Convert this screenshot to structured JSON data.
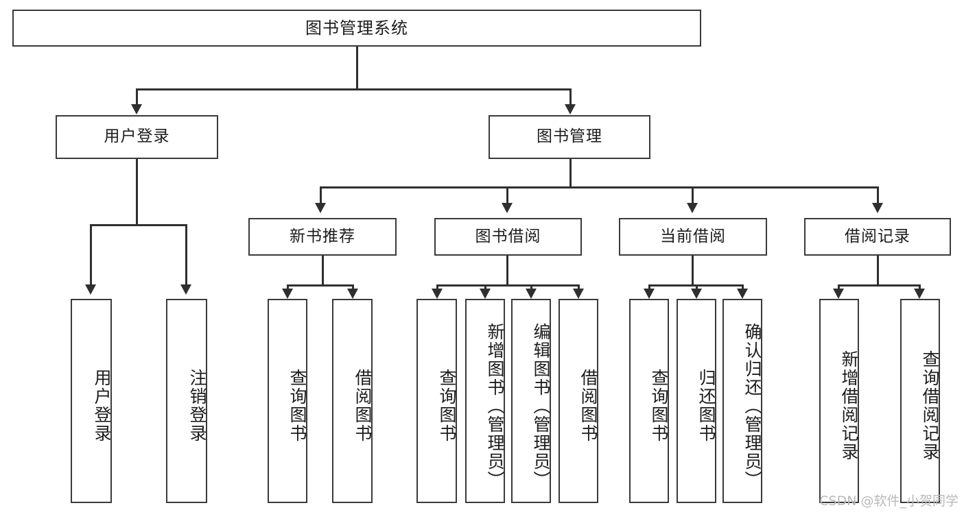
{
  "diagram": {
    "type": "tree",
    "title": "图书管理系统",
    "watermark": "CSDN @软件_小贺同学",
    "colors": {
      "box_border": "#3a3a3a",
      "connector": "#2f2f2f",
      "background": "#ffffff",
      "text": "#1c1c1c",
      "watermark": "#b9b9b9"
    },
    "levels": {
      "root": {
        "label": "图书管理系统"
      },
      "level2": [
        {
          "label": "用户登录"
        },
        {
          "label": "图书管理"
        }
      ],
      "level3": [
        {
          "label": "新书推荐"
        },
        {
          "label": "图书借阅"
        },
        {
          "label": "当前借阅"
        },
        {
          "label": "借阅记录"
        }
      ],
      "leaves": [
        {
          "label": "用户登录",
          "parent": "用户登录"
        },
        {
          "label": "注销登录",
          "parent": "用户登录"
        },
        {
          "label": "查询图书",
          "parent": "新书推荐"
        },
        {
          "label": "借阅图书",
          "parent": "新书推荐"
        },
        {
          "label": "查询图书",
          "parent": "图书借阅"
        },
        {
          "label": "新增图书（管理员）",
          "parent": "图书借阅"
        },
        {
          "label": "编辑图书（管理员）",
          "parent": "图书借阅"
        },
        {
          "label": "借阅图书",
          "parent": "图书借阅"
        },
        {
          "label": "查询图书",
          "parent": "当前借阅"
        },
        {
          "label": "归还图书",
          "parent": "当前借阅"
        },
        {
          "label": "确认归还（管理员）",
          "parent": "当前借阅"
        },
        {
          "label": "新增借阅记录",
          "parent": "借阅记录"
        },
        {
          "label": "查询借阅记录",
          "parent": "借阅记录"
        }
      ]
    }
  }
}
